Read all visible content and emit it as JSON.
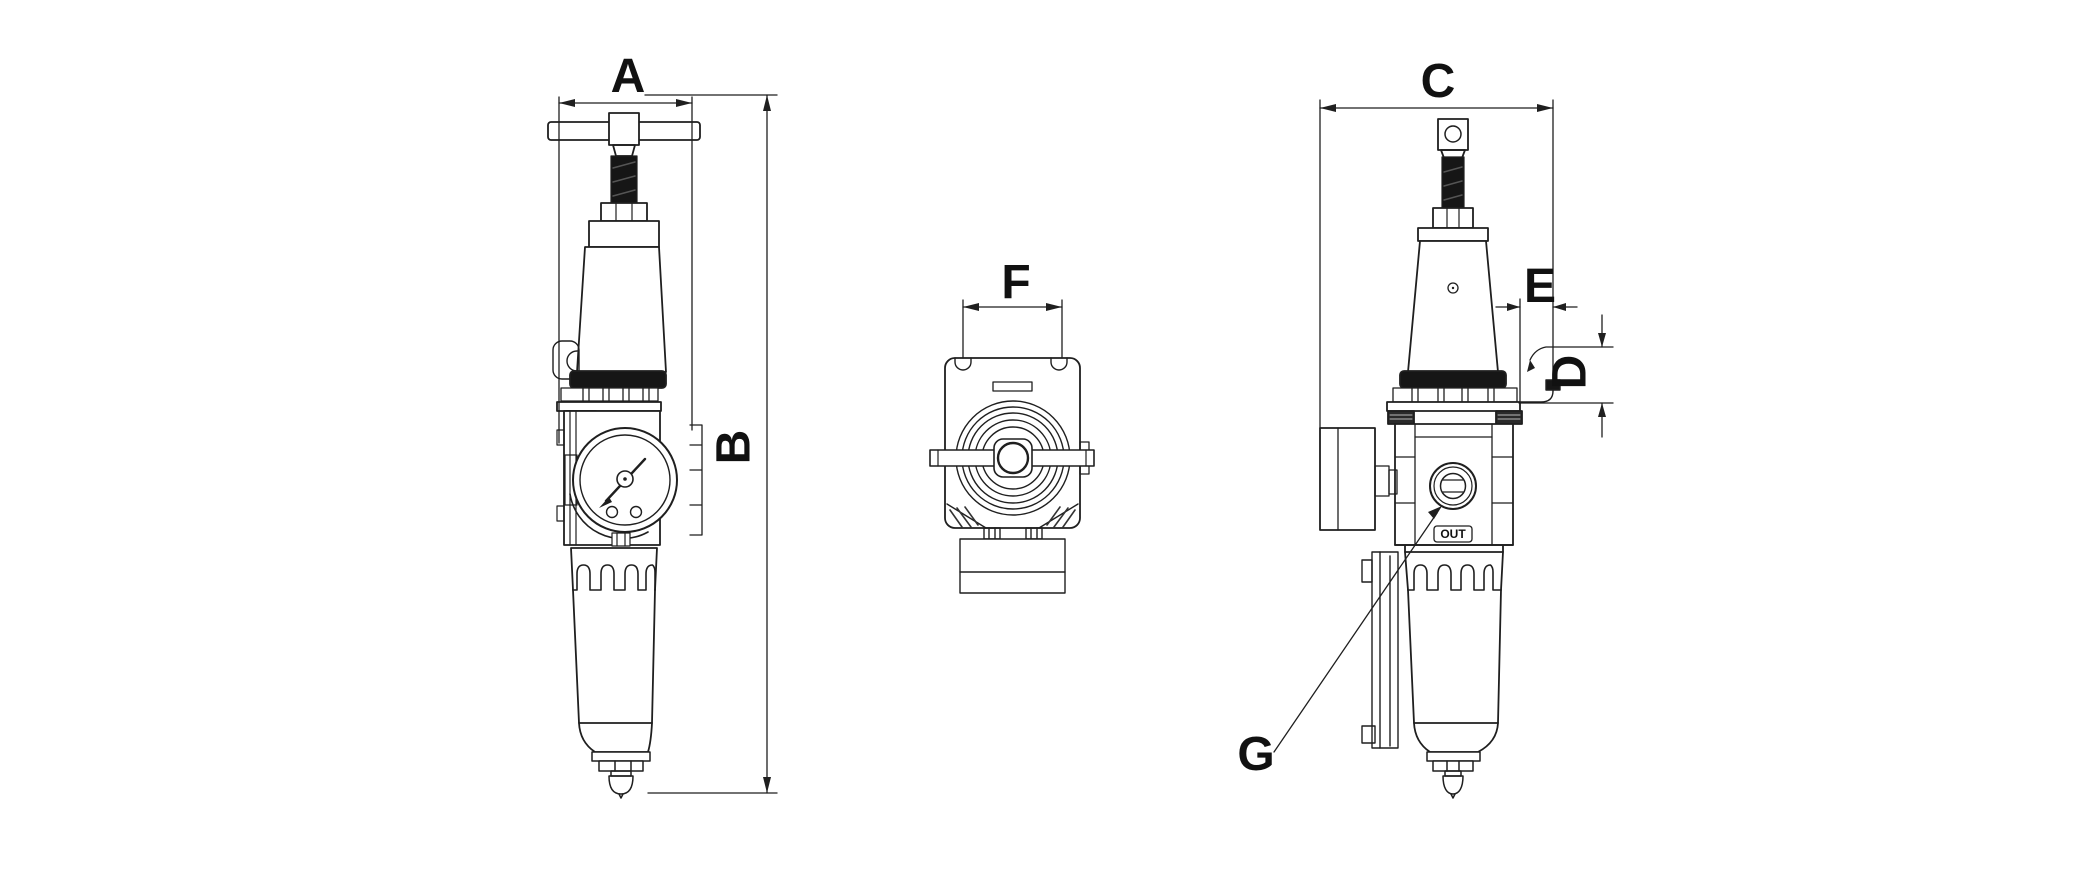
{
  "drawing": {
    "dimension_labels": {
      "A": "A",
      "B": "B",
      "C": "C",
      "D": "D",
      "E": "E",
      "F": "F",
      "G": "G"
    },
    "side_view": {
      "port_label": "OUT"
    },
    "colors": {
      "line": "#1f1f1f",
      "dark_fill": "#161616",
      "background": "#ffffff"
    }
  }
}
